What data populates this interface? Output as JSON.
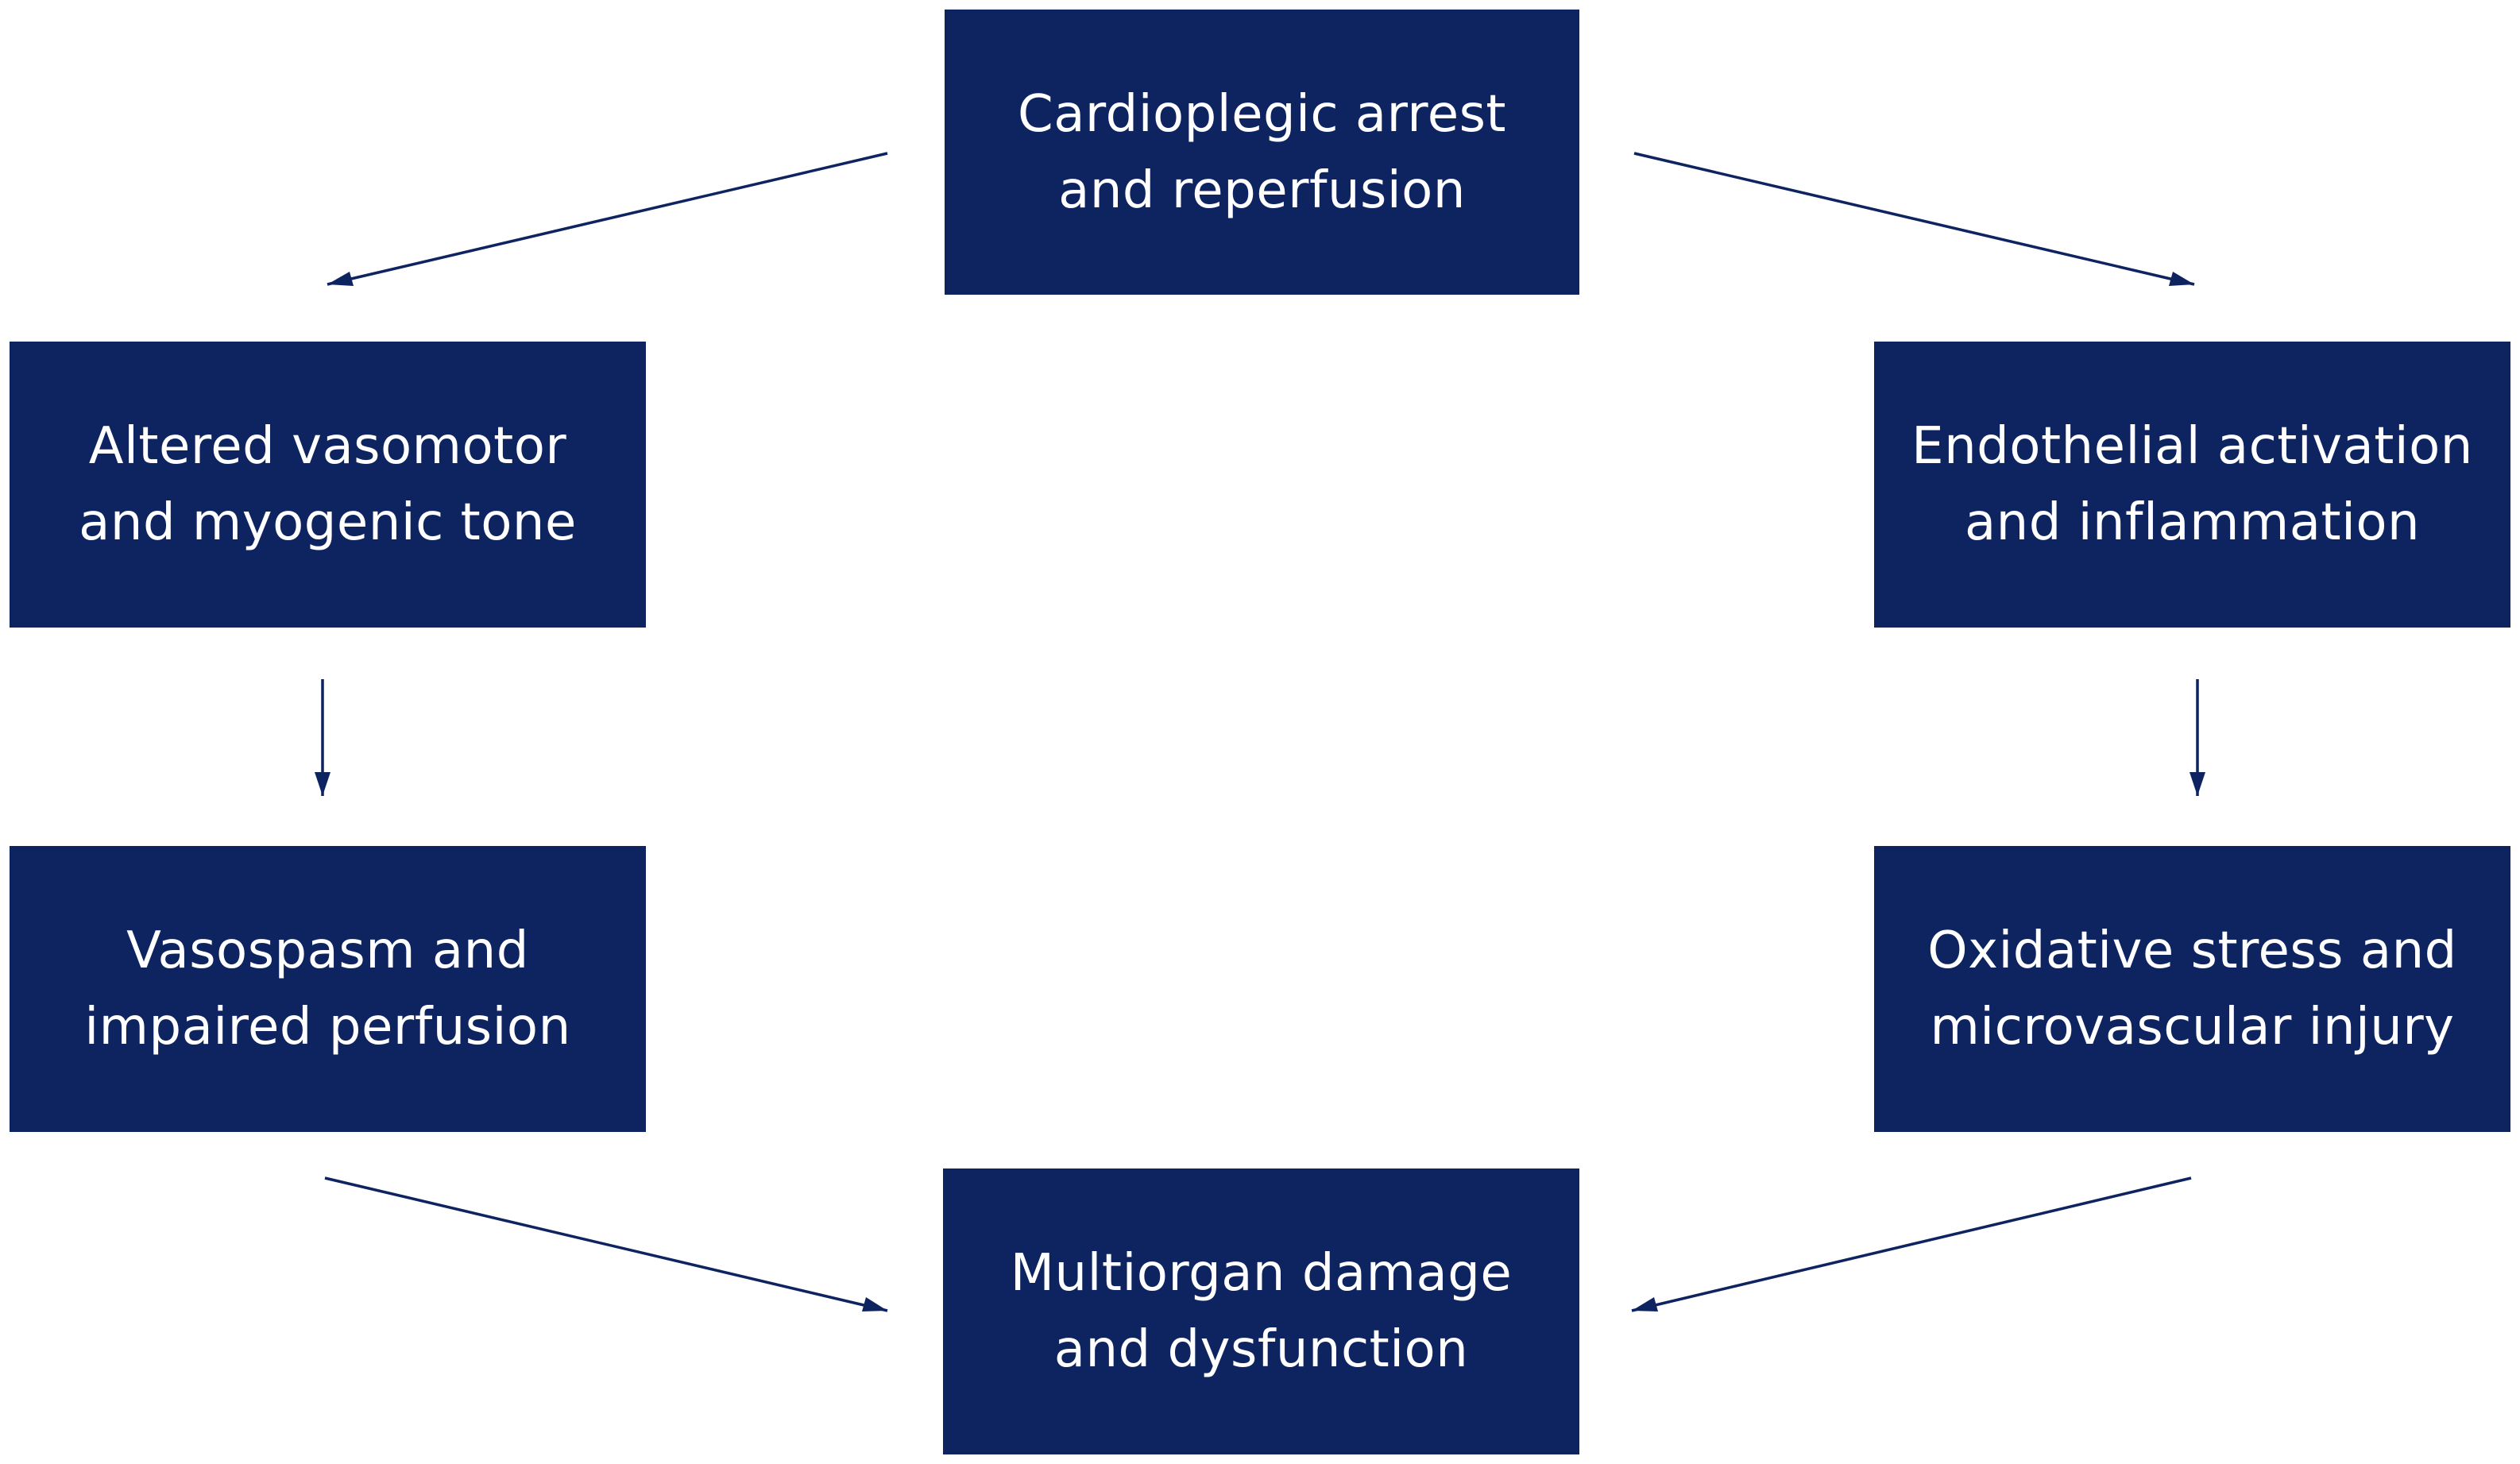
{
  "colors": {
    "node_fill": "#0e2461",
    "node_text": "#ffffff",
    "arrow": "#0e2461",
    "background": "#ffffff"
  },
  "nodes": {
    "top": {
      "lines": [
        "Cardioplegic arrest",
        "and reperfusion"
      ]
    },
    "left1": {
      "lines": [
        "Altered vasomotor",
        "and myogenic tone"
      ]
    },
    "right1": {
      "lines": [
        "Endothelial activation",
        "and inflammation"
      ]
    },
    "left2": {
      "lines": [
        "Vasospasm and",
        "impaired perfusion"
      ]
    },
    "right2": {
      "lines": [
        "Oxidative stress and",
        "microvascular injury"
      ]
    },
    "bottom": {
      "lines": [
        "Multiorgan damage",
        "and dysfunction"
      ]
    }
  },
  "edges": [
    {
      "from": "top",
      "to": "left1"
    },
    {
      "from": "top",
      "to": "right1"
    },
    {
      "from": "left1",
      "to": "left2"
    },
    {
      "from": "right1",
      "to": "right2"
    },
    {
      "from": "left2",
      "to": "bottom"
    },
    {
      "from": "right2",
      "to": "bottom"
    }
  ]
}
